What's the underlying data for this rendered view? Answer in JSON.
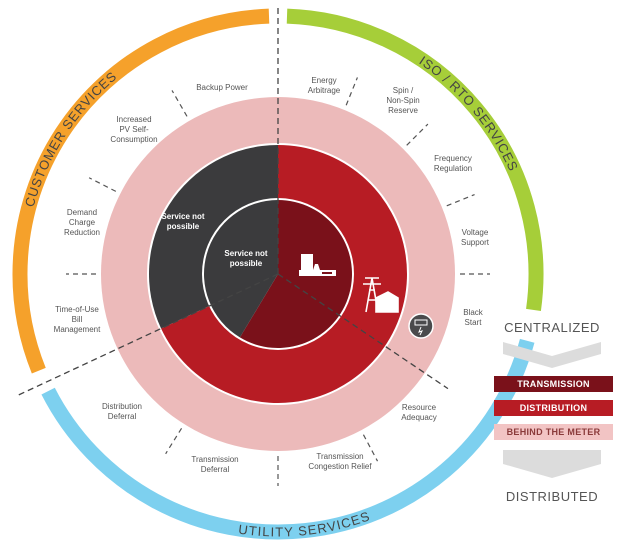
{
  "colors": {
    "customer": "#f5a12b",
    "iso": "#a6ce39",
    "utility": "#7dd0ef",
    "behind_meter": "#ecbaba",
    "distribution": "#b71c24",
    "transmission": "#7a111a",
    "not_possible": "#3b3b3d"
  },
  "sections": {
    "customer": "CUSTOMER SERVICES",
    "iso": "ISO / RTO SERVICES",
    "utility": "UTILITY SERVICES"
  },
  "services": [
    {
      "label": "Backup Power"
    },
    {
      "label": "Increased\nPV Self-\nConsumption"
    },
    {
      "label": "Demand\nCharge\nReduction"
    },
    {
      "label": "Time-of-Use\nBill\nManagement"
    },
    {
      "label": "Distribution\nDeferral"
    },
    {
      "label": "Transmission\nDeferral"
    },
    {
      "label": "Transmission\nCongestion Relief"
    },
    {
      "label": "Resource\nAdequacy"
    },
    {
      "label": "Black\nStart"
    },
    {
      "label": "Voltage\nSupport"
    },
    {
      "label": "Frequency\nRegulation"
    },
    {
      "label": "Spin /\nNon-Spin\nReserve"
    },
    {
      "label": "Energy\nArbitrage"
    }
  ],
  "inner": {
    "distribution_not_possible": "Service not\npossible",
    "transmission_not_possible": "Service not\npossible"
  },
  "icons": [
    "power-plant-icon",
    "transmission-tower-house-icon",
    "meter-icon"
  ],
  "legend": {
    "top": "CENTRALIZED",
    "bottom": "DISTRIBUTED",
    "items": [
      {
        "label": "TRANSMISSION",
        "color": "#7a111a",
        "text": "#ffffff"
      },
      {
        "label": "DISTRIBUTION",
        "color": "#b71c24",
        "text": "#ffffff"
      },
      {
        "label": "BEHIND THE METER",
        "color": "#f2c4c4",
        "text": "#8a3a3a"
      }
    ]
  }
}
